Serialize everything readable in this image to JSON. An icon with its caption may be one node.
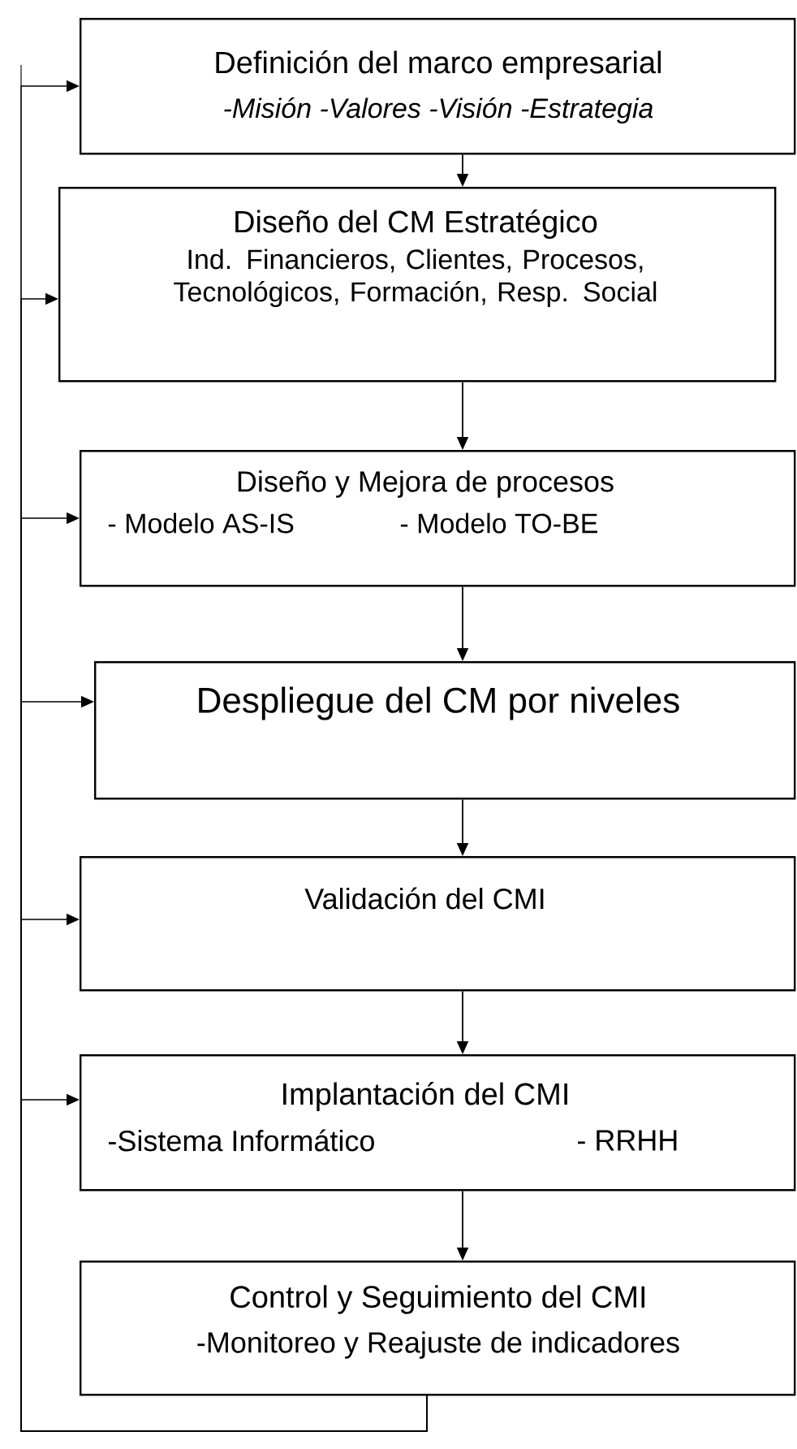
{
  "diagram": {
    "nodes": [
      {
        "text": [
          "Definición del marco empresarial",
          "-Misión  -Valores  -Visión  -Estrategia"
        ]
      },
      {
        "text": [
          "Diseño del CM Estratégico",
          "Ind. Financieros, Clientes, Procesos, Tecnológicos, Formación, Resp. Social"
        ]
      },
      {
        "text": [
          "Diseño y Mejora de procesos",
          "- Modelo AS-IS",
          "- Modelo TO-BE"
        ]
      },
      {
        "text": [
          "Despliegue del CM por niveles"
        ]
      },
      {
        "text": [
          "Validación del CMI"
        ]
      },
      {
        "text": [
          "Implantación del CMI",
          "-Sistema Informático",
          "- RRHH"
        ]
      },
      {
        "text": [
          "Control y Seguimiento del CMI",
          "-Monitoreo y Reajuste de indicadores"
        ]
      }
    ],
    "edges": [
      {
        "from": 0,
        "to": 1,
        "arrow": "to"
      },
      {
        "from": 1,
        "to": 2,
        "arrow": "to"
      },
      {
        "from": 2,
        "to": 3,
        "arrow": "to"
      },
      {
        "from": 3,
        "to": 4,
        "arrow": "to"
      },
      {
        "from": 4,
        "to": 5,
        "arrow": "to"
      },
      {
        "from": 5,
        "to": 6,
        "arrow": "to"
      },
      {
        "from": 6,
        "to": 0,
        "arrow": "to"
      },
      {
        "from": 6,
        "to": 1,
        "arrow": "to"
      },
      {
        "from": 6,
        "to": 2,
        "arrow": "to"
      },
      {
        "from": 6,
        "to": 3,
        "arrow": "to"
      },
      {
        "from": 6,
        "to": 4,
        "arrow": "to"
      },
      {
        "from": 6,
        "to": 5,
        "arrow": "to"
      }
    ]
  }
}
